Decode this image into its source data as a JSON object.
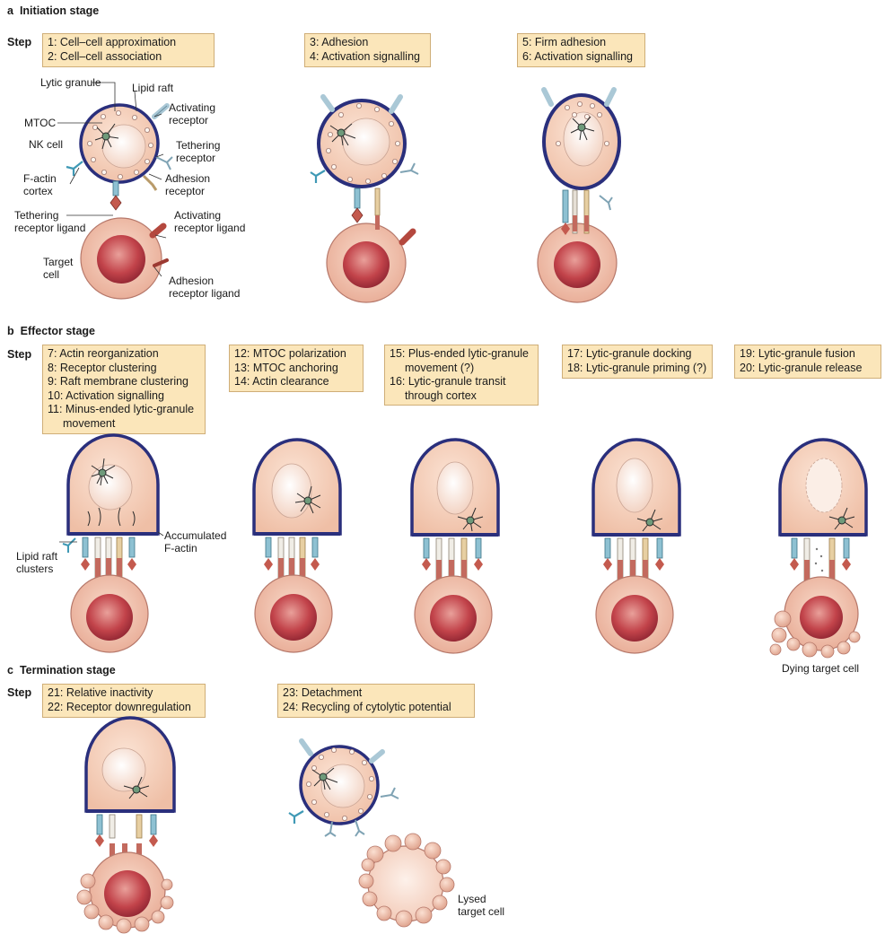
{
  "colors": {
    "box_fill": "#fbe6ba",
    "box_border": "#cfae78",
    "nk_membrane": "#2a2f7c",
    "nk_cytoplasm": "#f4c9b3",
    "target_nucleus": "#b8323a",
    "target_cytoplasm": "#f0c0ab",
    "receptor_blue": "#4e9fb8",
    "receptor_red": "#c45a4e"
  },
  "icons": [
    "nk-cell-icon",
    "target-cell-icon",
    "receptor-icon",
    "ligand-icon",
    "lytic-granule-icon",
    "mtoc-icon"
  ],
  "stages": {
    "a": {
      "letter": "a",
      "title": "Initiation stage"
    },
    "b": {
      "letter": "b",
      "title": "Effector stage"
    },
    "c": {
      "letter": "c",
      "title": "Termination stage"
    }
  },
  "step_label": "Step",
  "boxes": {
    "a1": [
      "1: Cell–cell approximation",
      "2: Cell–cell association"
    ],
    "a2": [
      "3: Adhesion",
      "4: Activation signalling"
    ],
    "a3": [
      "5: Firm adhesion",
      "6: Activation signalling"
    ],
    "b1": [
      "7: Actin reorganization",
      "8: Receptor clustering",
      "9: Raft membrane clustering",
      "10: Activation signalling",
      "11: Minus-ended lytic-granule",
      "movement"
    ],
    "b2": [
      "12: MTOC polarization",
      "13: MTOC anchoring",
      "14: Actin clearance"
    ],
    "b3": [
      "15: Plus-ended lytic-granule",
      "movement (?)",
      "16: Lytic-granule transit",
      "through cortex"
    ],
    "b4": [
      "17: Lytic-granule docking",
      "18: Lytic-granule priming (?)"
    ],
    "b5": [
      "19: Lytic-granule fusion",
      "20: Lytic-granule release"
    ],
    "c1": [
      "21: Relative inactivity",
      "22: Receptor downregulation"
    ],
    "c2": [
      "23: Detachment",
      "24: Recycling of cytolytic potential"
    ]
  },
  "labels": {
    "lytic_granule": "Lytic granule",
    "lipid_raft": "Lipid raft",
    "mtoc": "MTOC",
    "activating_receptor_1": "Activating",
    "activating_receptor_2": "receptor",
    "nk_cell": "NK cell",
    "tethering_receptor_1": "Tethering",
    "tethering_receptor_2": "receptor",
    "f_actin_1": "F-actin",
    "f_actin_2": "cortex",
    "adhesion_receptor_1": "Adhesion",
    "adhesion_receptor_2": "receptor",
    "tethering_ligand_1": "Tethering",
    "tethering_ligand_2": "receptor ligand",
    "activating_ligand_1": "Activating",
    "activating_ligand_2": "receptor ligand",
    "target_cell_1": "Target",
    "target_cell_2": "cell",
    "adhesion_ligand_1": "Adhesion",
    "adhesion_ligand_2": "receptor ligand",
    "accumulated_1": "Accumulated",
    "accumulated_2": "F-actin",
    "lipid_clusters_1": "Lipid raft",
    "lipid_clusters_2": "clusters",
    "dying_target": "Dying target cell",
    "lysed_1": "Lysed",
    "lysed_2": "target cell"
  }
}
